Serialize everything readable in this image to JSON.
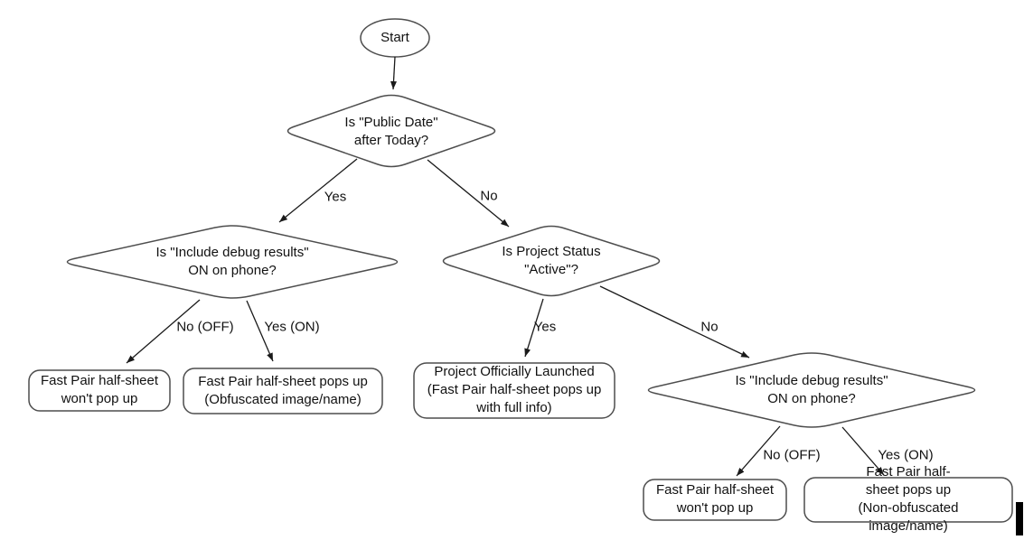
{
  "nodes": {
    "start": {
      "label": "Start"
    },
    "decision_public_date": {
      "label": "Is \"Public Date\"\nafter Today?"
    },
    "decision_debug_left": {
      "label": "Is \"Include debug results\"\nON on phone?"
    },
    "decision_project_status": {
      "label": "Is Project Status\n\"Active\"?"
    },
    "decision_debug_right": {
      "label": "Is \"Include debug results\"\nON on phone?"
    },
    "result_wont_popup_left": {
      "label": "Fast Pair half-sheet\nwon't pop up"
    },
    "result_obfuscated": {
      "label": "Fast Pair half-sheet pops up\n(Obfuscated image/name)"
    },
    "result_launched": {
      "label": "Project Officially Launched\n(Fast Pair half-sheet pops up\nwith full info)"
    },
    "result_wont_popup_right": {
      "label": "Fast Pair half-sheet\nwon't pop up"
    },
    "result_non_obfuscated": {
      "label": "Fast Pair half-sheet pops up\n(Non-obfuscated image/name)"
    }
  },
  "edges": {
    "public_date_yes": {
      "label": "Yes"
    },
    "public_date_no": {
      "label": "No"
    },
    "debug_left_no": {
      "label": "No (OFF)"
    },
    "debug_left_yes": {
      "label": "Yes (ON)"
    },
    "project_status_yes": {
      "label": "Yes"
    },
    "project_status_no": {
      "label": "No"
    },
    "debug_right_no": {
      "label": "No (OFF)"
    },
    "debug_right_yes": {
      "label": "Yes (ON)"
    }
  },
  "colors": {
    "shape_stroke": "#4d4d4d",
    "arrow_stroke": "#1a1a1a",
    "text": "#111111",
    "background": "#ffffff"
  }
}
